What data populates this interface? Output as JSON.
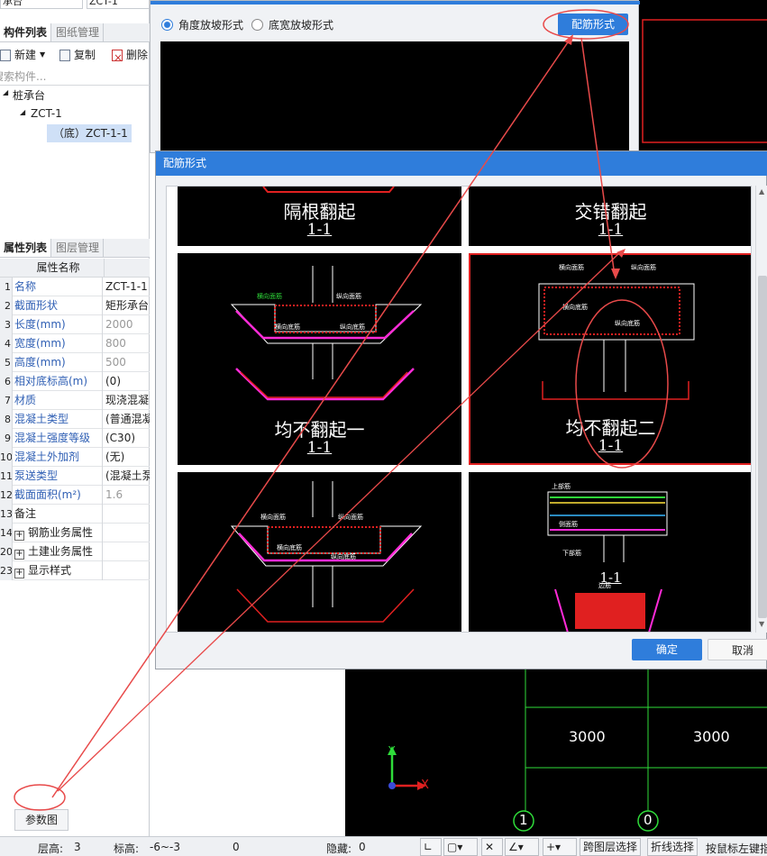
{
  "left_panel": {
    "top_field_1": "承台",
    "top_field_2": "ZCT-1",
    "tabs": [
      "构件列表",
      "图纸管理"
    ],
    "toolbar": {
      "new": "新建",
      "copy": "复制",
      "delete": "删除"
    },
    "search_placeholder": "搜索构件...",
    "tree": {
      "root": "桩承台",
      "child": "ZCT-1",
      "leaf": "（底）ZCT-1-1"
    }
  },
  "props_panel": {
    "tabs": [
      "属性列表",
      "图层管理"
    ],
    "header": "属性名称",
    "rows": [
      {
        "num": "1",
        "name": "名称",
        "value": "ZCT-1-1"
      },
      {
        "num": "2",
        "name": "截面形状",
        "value": "矩形承台"
      },
      {
        "num": "3",
        "name": "长度(mm)",
        "value": "2000"
      },
      {
        "num": "4",
        "name": "宽度(mm)",
        "value": "800"
      },
      {
        "num": "5",
        "name": "高度(mm)",
        "value": "500"
      },
      {
        "num": "6",
        "name": "相对底标高(m)",
        "value": "(0)"
      },
      {
        "num": "7",
        "name": "材质",
        "value": "现浇混凝"
      },
      {
        "num": "8",
        "name": "混凝土类型",
        "value": "(普通混凝"
      },
      {
        "num": "9",
        "name": "混凝土强度等级",
        "value": "(C30)"
      },
      {
        "num": "10",
        "name": "混凝土外加剂",
        "value": "(无)"
      },
      {
        "num": "11",
        "name": "泵送类型",
        "value": "(混凝土泵)"
      },
      {
        "num": "12",
        "name": "截面面积(m²)",
        "value": "1.6"
      },
      {
        "num": "13",
        "name": "备注",
        "value": ""
      },
      {
        "num": "14",
        "name": "钢筋业务属性",
        "value": ""
      },
      {
        "num": "20",
        "name": "土建业务属性",
        "value": ""
      },
      {
        "num": "23",
        "name": "显示样式",
        "value": ""
      }
    ],
    "param_button": "参数图"
  },
  "top_dialog": {
    "radio1": "角度放坡形式",
    "radio2": "底宽放坡形式",
    "button": "配筋形式"
  },
  "rebar_dialog": {
    "title": "配筋形式",
    "cells": [
      {
        "title": "隔根翻起",
        "section": "1-1"
      },
      {
        "title": "交错翻起",
        "section": "1-1"
      },
      {
        "title": "均不翻起一",
        "section": "1-1"
      },
      {
        "title": "均不翻起二",
        "section": "1-1"
      },
      {
        "title": "",
        "section": ""
      },
      {
        "title": "",
        "section": "1-1"
      }
    ],
    "cad_labels": {
      "horizontal_top": "横向面筋",
      "vertical_top": "纵向面筋",
      "horizontal_bottom": "横向底筋",
      "vertical_bottom": "纵向底筋",
      "top_bar": "上部筋",
      "bottom_bar": "下部筋",
      "side_bar": "侧面筋",
      "edge_bar": "边筋"
    },
    "ok": "确定",
    "cancel": "取消"
  },
  "canvas": {
    "dim1": "3000",
    "dim2": "3000",
    "axis1": "1",
    "axis2": "0",
    "axis_x": "X",
    "axis_y": "Y"
  },
  "status": {
    "floor_height": "层高:",
    "floor_height_val": "3",
    "elev": "标高:",
    "elev_val": "-6~-3",
    "zero": "0",
    "hidden": "隐藏:",
    "hidden_val": "0",
    "cross_layer": "跨图层选择",
    "polyline": "折线选择",
    "hint": "按鼠标左键指"
  },
  "colors": {
    "accent": "#2f7ddb",
    "annotation": "#e84a4a",
    "cad_green": "#2fdc3a"
  }
}
